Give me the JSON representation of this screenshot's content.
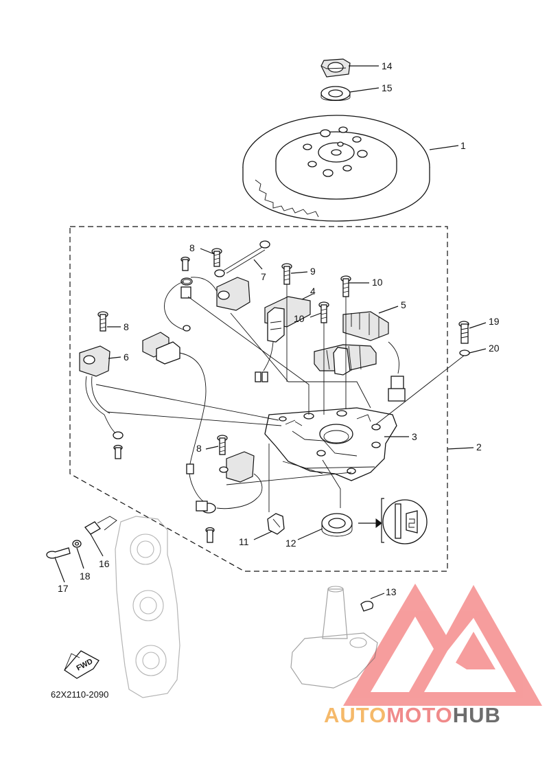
{
  "diagram": {
    "part_number": "62X2110-2090",
    "fwd_label": "FWD",
    "callouts": [
      {
        "id": "c1",
        "text": "1"
      },
      {
        "id": "c2",
        "text": "2"
      },
      {
        "id": "c3",
        "text": "3"
      },
      {
        "id": "c4",
        "text": "4"
      },
      {
        "id": "c5",
        "text": "5"
      },
      {
        "id": "c6",
        "text": "6"
      },
      {
        "id": "c7",
        "text": "7"
      },
      {
        "id": "c8a",
        "text": "8"
      },
      {
        "id": "c8b",
        "text": "8"
      },
      {
        "id": "c8c",
        "text": "8"
      },
      {
        "id": "c9",
        "text": "9"
      },
      {
        "id": "c10a",
        "text": "10"
      },
      {
        "id": "c10b",
        "text": "10"
      },
      {
        "id": "c11",
        "text": "11"
      },
      {
        "id": "c12",
        "text": "12"
      },
      {
        "id": "c13",
        "text": "13"
      },
      {
        "id": "c14",
        "text": "14"
      },
      {
        "id": "c15",
        "text": "15"
      },
      {
        "id": "c16",
        "text": "16"
      },
      {
        "id": "c17",
        "text": "17"
      },
      {
        "id": "c18",
        "text": "18"
      },
      {
        "id": "c19",
        "text": "19"
      },
      {
        "id": "c20",
        "text": "20"
      }
    ]
  },
  "watermark": {
    "part1": "AUTO",
    "part2": "MOTO",
    "part3": "HUB",
    "colors": {
      "auto": "#f5b96a",
      "moto": "#f08a8a",
      "hub": "#6d6d6d",
      "logo": "#f37d7d"
    }
  }
}
